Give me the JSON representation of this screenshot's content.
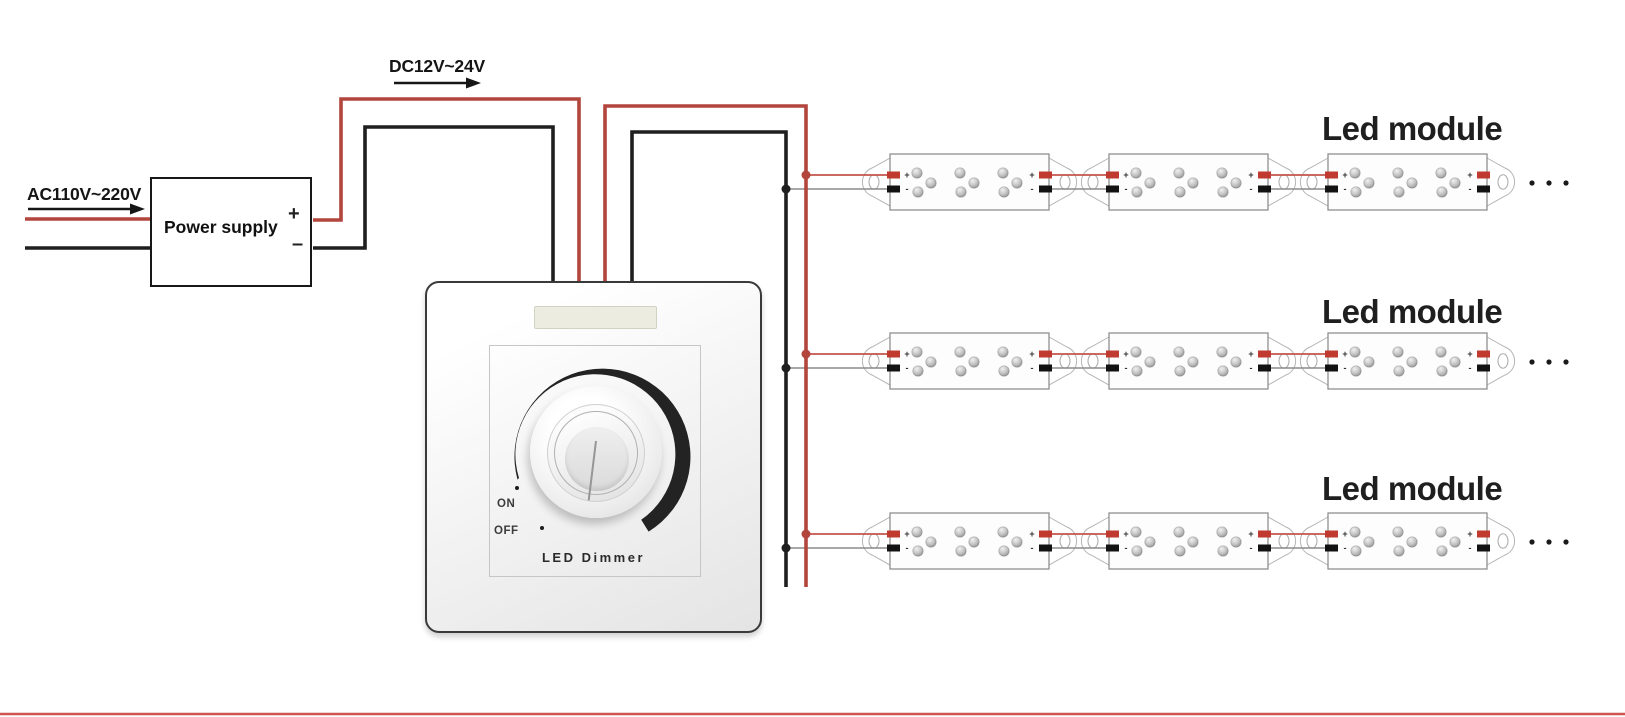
{
  "diagram": {
    "ac_section": {
      "label": "AC110V~220V"
    },
    "dc_section": {
      "label": "DC12V~24V"
    },
    "power_supply": {
      "name": "Power supply",
      "positive": "+",
      "negative": "–"
    },
    "dimmer": {
      "product_label": "LED Dimmer",
      "on_label": "ON",
      "off_label": "OFF"
    },
    "module_terminals": {
      "positive": "+",
      "negative": "-"
    },
    "led_rows": [
      {
        "label": "Led module",
        "module_count": 3,
        "led_clusters_per_module": 3,
        "leds_per_cluster": 3,
        "ellipsis_dots": 3
      },
      {
        "label": "Led module",
        "module_count": 3,
        "led_clusters_per_module": 3,
        "leds_per_cluster": 3,
        "ellipsis_dots": 3
      },
      {
        "label": "Led module",
        "module_count": 3,
        "led_clusters_per_module": 3,
        "leds_per_cluster": 3,
        "ellipsis_dots": 3
      }
    ],
    "colors": {
      "wire_positive": "#b2453c",
      "wire_negative": "#1f1f1f",
      "thin_positive": "#c3554c",
      "thin_negative": "#8c8c8c",
      "terminal_positive": "#c03a30",
      "terminal_negative": "#121212",
      "module_outline": "#8f8f8f",
      "ear_outline": "#b5b5b5",
      "arrow": "#161616",
      "label_text": "#1f1f1f",
      "bottom_rule": "#cf5550"
    }
  }
}
